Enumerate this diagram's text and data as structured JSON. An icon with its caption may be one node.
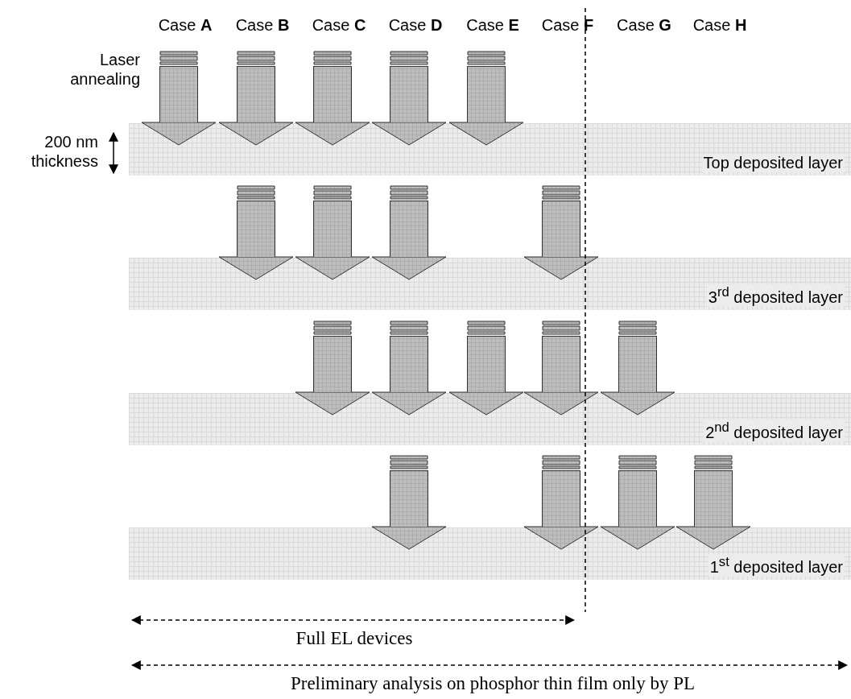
{
  "diagram": {
    "nodes": [
      {
        "text": [
          "Top deposited layer"
        ]
      },
      {
        "text": [
          "3$^{rd}$ deposited layer"
        ]
      },
      {
        "text": [
          "2$^{nd}$ deposited layer"
        ]
      },
      {
        "text": [
          "1$^{st}$ deposited layer"
        ]
      }
    ],
    "edges": [
      {
        "from": null,
        "to": 0,
        "arrow": "to"
      },
      {
        "from": null,
        "to": 0,
        "arrow": "to"
      },
      {
        "from": null,
        "to": 0,
        "arrow": "to"
      },
      {
        "from": null,
        "to": 0,
        "arrow": "to"
      },
      {
        "from": null,
        "to": 0,
        "arrow": "to"
      },
      {
        "from": null,
        "to": 1,
        "arrow": "to"
      },
      {
        "from": null,
        "to": 1,
        "arrow": "to"
      },
      {
        "from": null,
        "to": 1,
        "arrow": "to"
      },
      {
        "from": null,
        "to": 1,
        "arrow": "to"
      },
      {
        "from": null,
        "to": 2,
        "arrow": "to"
      },
      {
        "from": null,
        "to": 2,
        "arrow": "to"
      },
      {
        "from": null,
        "to": 2,
        "arrow": "to"
      },
      {
        "from": null,
        "to": 2,
        "arrow": "to"
      },
      {
        "from": null,
        "to": 2,
        "arrow": "to"
      },
      {
        "from": null,
        "to": 3,
        "arrow": "to"
      },
      {
        "from": null,
        "to": 3,
        "arrow": "to"
      },
      {
        "from": null,
        "to": 3,
        "arrow": "to"
      },
      {
        "from": null,
        "to": 3,
        "arrow": "to"
      }
    ],
    "labels": [
      "Case **A**",
      "Case **B**",
      "Case **C**",
      "Case **D**",
      "Case **E**",
      "Case **F**",
      "Case **G**",
      "Case **H**",
      "Laser annealing",
      "200 nm thickness",
      "Full EL devices",
      "Preliminary analysis on phosphor thin film only by PL"
    ]
  }
}
